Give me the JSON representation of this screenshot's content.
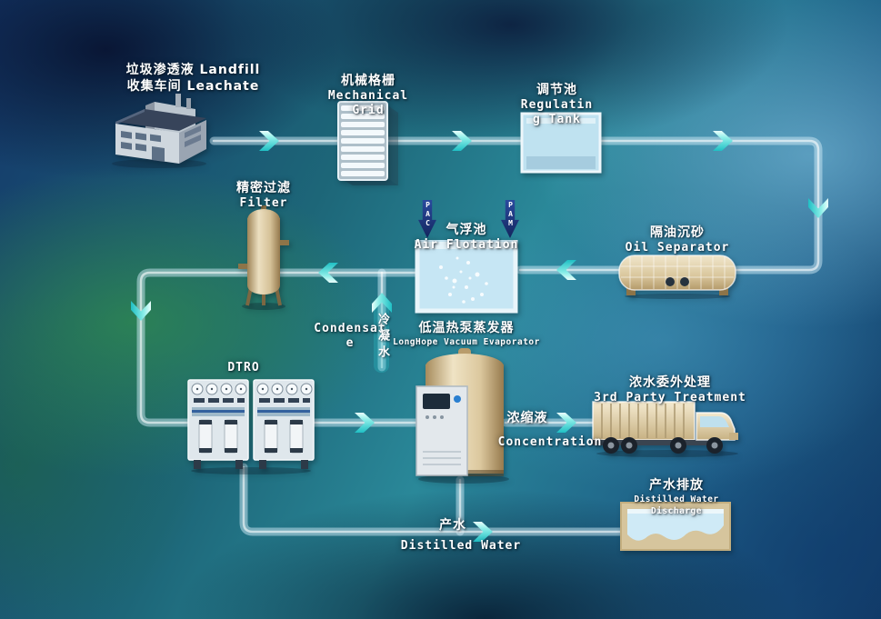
{
  "scene": "Landfill leachate treatment process flow diagram",
  "nodes": {
    "collection": {
      "line1": "垃圾渗透液 Landfill",
      "line2": "收集车间 Leachate"
    },
    "mechanical_grid": {
      "zh": "机械格栅",
      "en": "Mechanical Grid"
    },
    "regulating_tank": {
      "zh": "调节池",
      "en1": "Regulatin",
      "en2": "g Tank"
    },
    "filter": {
      "zh": "精密过滤",
      "en": "Filter"
    },
    "air_flotation": {
      "zh": "气浮池",
      "en": "Air Flotation"
    },
    "oil_separator": {
      "zh": "隔油沉砂",
      "en": "Oil Separator"
    },
    "evaporator": {
      "zh": "低温热泵蒸发器",
      "en": "LongHope Vacuum Evaporator"
    },
    "dtro": {
      "en": "DTRO"
    },
    "third_party": {
      "zh": "浓水委外处理",
      "en": "3rd Party Treatment"
    },
    "discharge": {
      "zh": "产水排放",
      "en": "Distilled Water Discharge"
    }
  },
  "streams": {
    "condensate_en1": "Condensat",
    "condensate_en2": "e",
    "condensate_zh": "冷凝水",
    "concentration_zh": "浓缩液",
    "concentration_en": "Concentration",
    "distilled_zh": "产水",
    "distilled_en": "Distilled Water",
    "dosing_left": "PAC",
    "dosing_right": "PAM"
  },
  "flow_sequence": [
    "收集车间",
    "机械格栅",
    "调节池",
    "隔油沉砂",
    "气浮池",
    "精密过滤",
    "DTRO",
    "低温热泵蒸发器",
    "浓水委外处理",
    "产水排放"
  ],
  "colors": {
    "arrow_teal": "#1fbfc4",
    "pipe": "#d9eef8",
    "dosing_arrow_navy": "#14265e",
    "equipment_beige": "#d9c69c",
    "water_blue": "#c6e6f4",
    "label_text": "#ffffff"
  }
}
